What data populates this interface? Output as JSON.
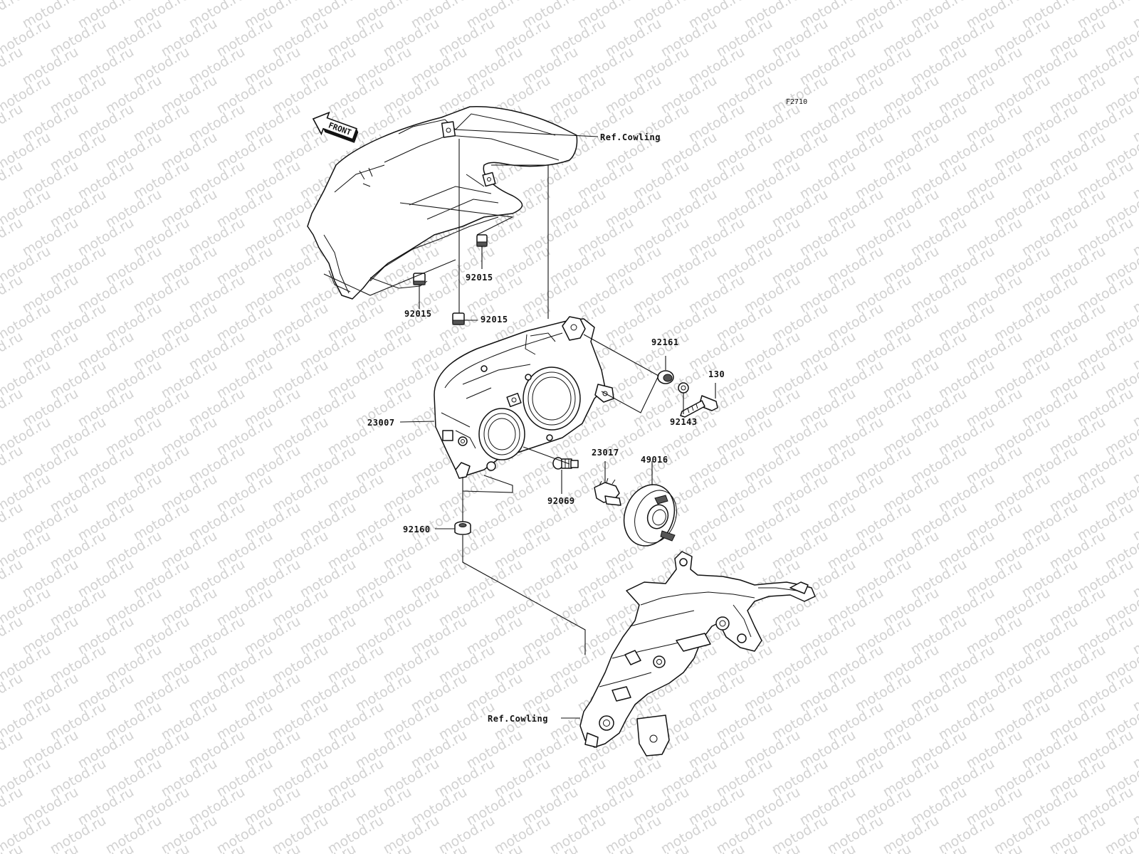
{
  "diagram": {
    "code": "F2710",
    "watermark": "motod.ru",
    "front_label": "FRONT",
    "labels": {
      "ref_cowling_top": "Ref.Cowling",
      "ref_cowling_bottom": "Ref.Cowling",
      "p92015_a": "92015",
      "p92015_b": "92015",
      "p92015_c": "92015",
      "p92161": "92161",
      "p130": "130",
      "p92143": "92143",
      "p23007": "23007",
      "p23017": "23017",
      "p49016": "49016",
      "p92069": "92069",
      "p92160": "92160"
    }
  }
}
